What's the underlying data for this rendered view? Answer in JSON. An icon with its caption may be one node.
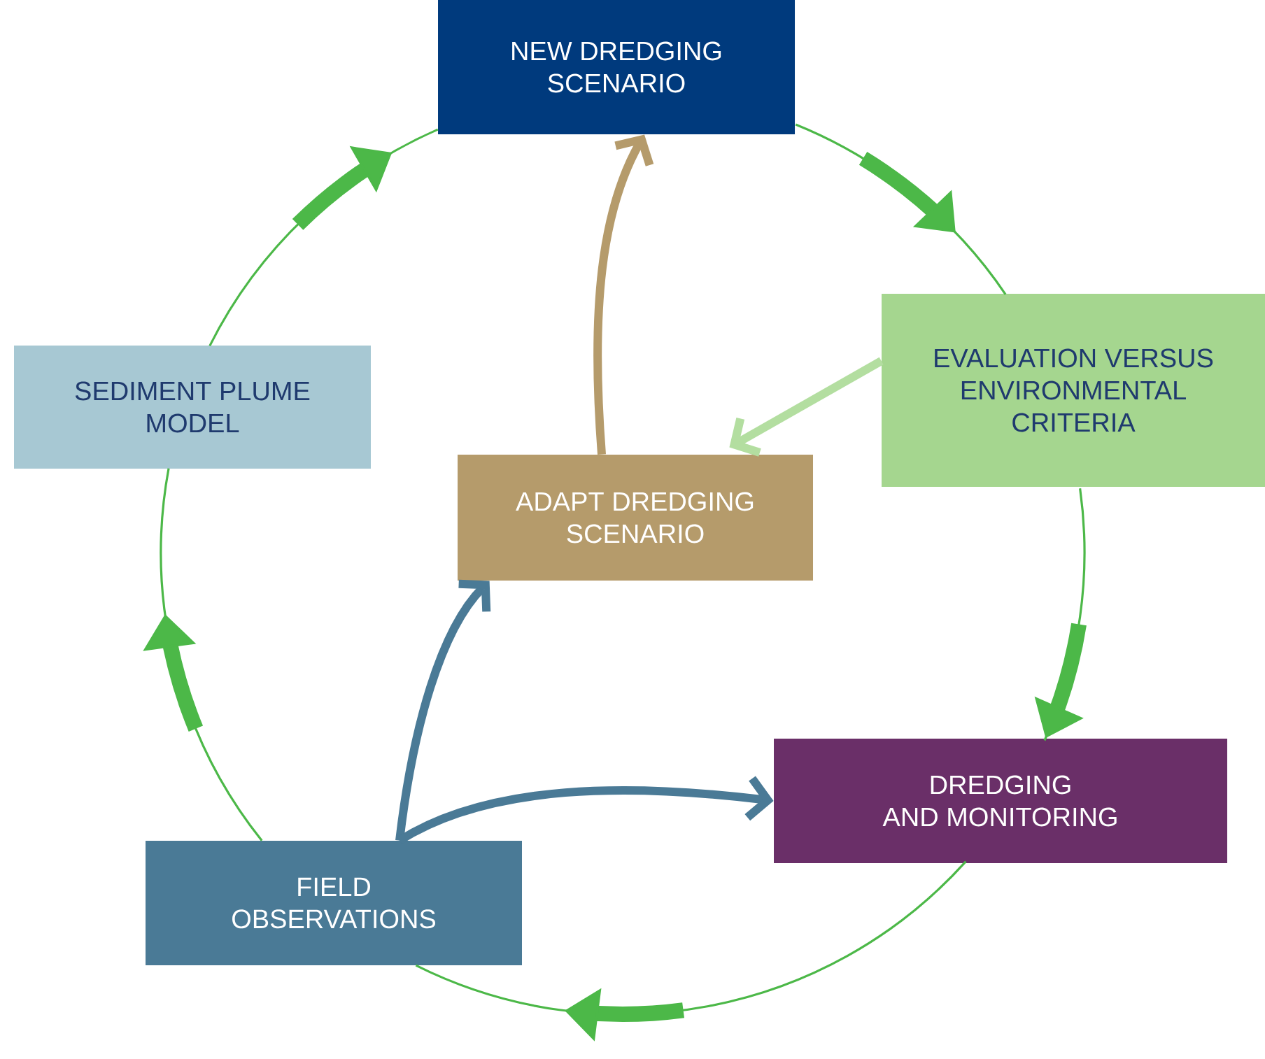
{
  "diagram": {
    "nodes": [
      {
        "text": [
          "NEW DREDGING SCENARIO"
        ]
      },
      {
        "text": [
          "EVALUATION VERSUS ENVIRONMENTAL CRITERIA"
        ]
      },
      {
        "text": [
          "DREDGING AND MONITORING"
        ]
      },
      {
        "text": [
          "FIELD OBSERVATIONS"
        ]
      },
      {
        "text": [
          "SEDIMENT PLUME MODEL"
        ]
      },
      {
        "text": [
          "ADAPT DREDGING SCENARIO"
        ]
      }
    ],
    "edges": [
      {
        "from": 0,
        "to": 1,
        "arrow": "to"
      },
      {
        "from": 1,
        "to": 2,
        "arrow": "to"
      },
      {
        "from": 2,
        "to": 3,
        "arrow": "to"
      },
      {
        "from": 3,
        "to": 4,
        "arrow": "to"
      },
      {
        "from": 4,
        "to": 0,
        "arrow": "to"
      },
      {
        "from": 1,
        "to": 5,
        "arrow": "to",
        "style": "thick",
        "color": "#b3dea0"
      },
      {
        "from": 5,
        "to": 0,
        "arrow": "to",
        "style": "thick",
        "color": "#b59b6b"
      },
      {
        "from": 3,
        "to": 5,
        "arrow": "to",
        "style": "thick",
        "color": "#4a7a96"
      },
      {
        "from": 3,
        "to": 2,
        "arrow": "to",
        "style": "thick",
        "color": "#4a7a96"
      }
    ]
  }
}
